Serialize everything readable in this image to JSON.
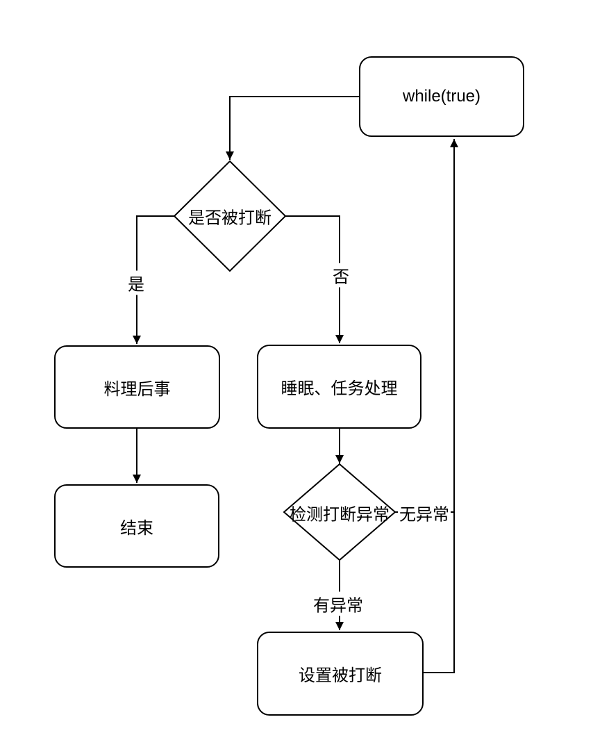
{
  "diagram": {
    "type": "flowchart",
    "colors": {
      "background": "#ffffff",
      "stroke": "#000000",
      "text": "#000000"
    },
    "nodes": {
      "while_loop": {
        "shape": "rounded-rect",
        "label": "while(true)"
      },
      "check_interrupted": {
        "shape": "diamond",
        "label": "是否被打断"
      },
      "cleanup": {
        "shape": "rounded-rect",
        "label": "料理后事"
      },
      "end": {
        "shape": "rounded-rect",
        "label": "结束"
      },
      "sleep_task": {
        "shape": "rounded-rect",
        "label": "睡眠、任务处理"
      },
      "detect_exception": {
        "shape": "diamond",
        "label": "检测打断异常"
      },
      "set_interrupted": {
        "shape": "rounded-rect",
        "label": "设置被打断"
      }
    },
    "edge_labels": {
      "yes": "是",
      "no": "否",
      "no_exception": "无异常",
      "has_exception": "有异常"
    },
    "edges": [
      {
        "from": "while_loop",
        "to": "check_interrupted",
        "label": ""
      },
      {
        "from": "check_interrupted",
        "to": "cleanup",
        "label": "是"
      },
      {
        "from": "cleanup",
        "to": "end",
        "label": ""
      },
      {
        "from": "check_interrupted",
        "to": "sleep_task",
        "label": "否"
      },
      {
        "from": "sleep_task",
        "to": "detect_exception",
        "label": ""
      },
      {
        "from": "detect_exception",
        "to": "while_loop",
        "label": "无异常"
      },
      {
        "from": "detect_exception",
        "to": "set_interrupted",
        "label": "有异常"
      },
      {
        "from": "set_interrupted",
        "to": "while_loop",
        "label": ""
      }
    ]
  }
}
